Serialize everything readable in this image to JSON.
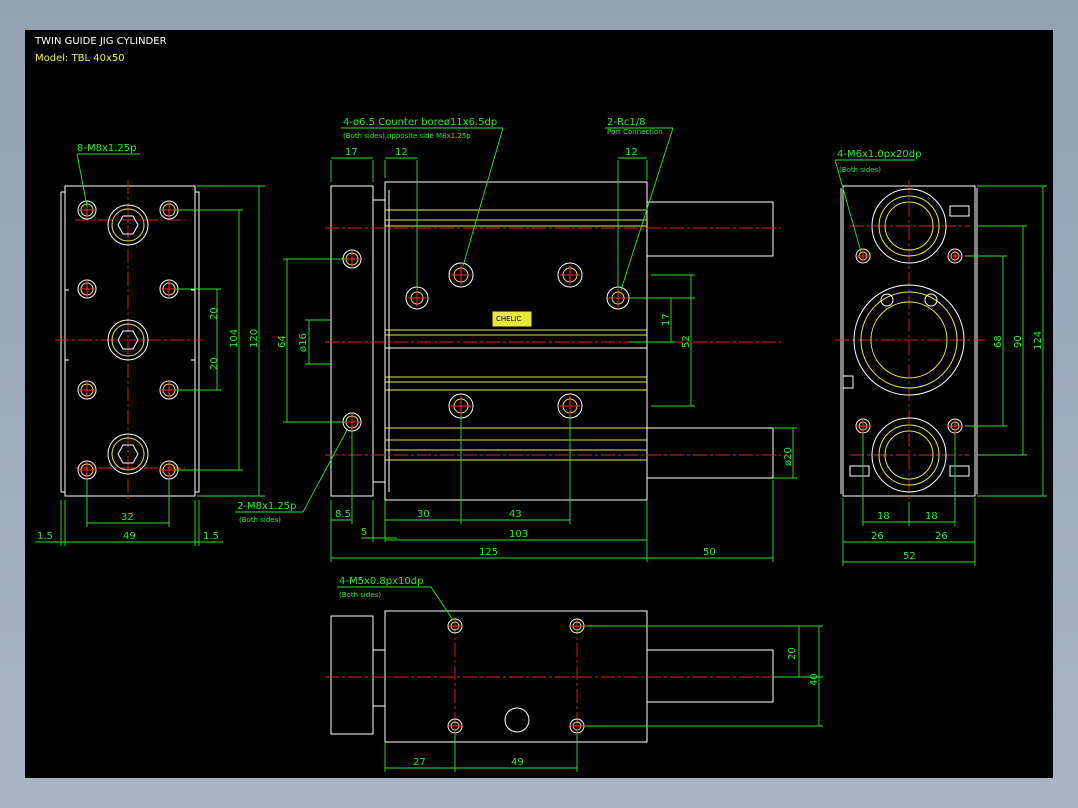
{
  "title_block": {
    "title": "TWIN GUIDE JIG CYLINDER",
    "model": "Model:  TBL 40x50"
  },
  "colors": {
    "background": "#000000",
    "outline": "#ffffff",
    "hidden": "#e8e83a",
    "dimension": "#27e827",
    "centerline": "#e02020"
  },
  "callouts": {
    "left_holes": "8-M8x1.25p",
    "top_holes_main": "4-ø6.5   Counter boreø11x6.5dp",
    "top_holes_sub": "(Both sides),opposite side M8x1.25p",
    "port_main": "2-Rc1/8",
    "port_sub": "Port Connection",
    "right_holes_main": "4-M6x1.0px20dp",
    "right_holes_sub": "(Both sides)",
    "side_holes_main": "2-M8x1.25p",
    "side_holes_sub": "(Both sides)",
    "bottom_holes_main": "4-M5x0.8px10dp",
    "bottom_holes_sub": "(Both sides)"
  },
  "left_view": {
    "dim_20a": "20",
    "dim_20b": "20",
    "dim_104": "104",
    "dim_120": "120",
    "dim_32": "32",
    "dim_49": "49",
    "dim_15a": "1.5",
    "dim_15b": "1.5"
  },
  "front_view": {
    "dim_17": "17",
    "dim_12a": "12",
    "dim_12b": "12",
    "dim_64": "64",
    "dim_16": "ø16",
    "dim_17b": "17",
    "dim_52": "52",
    "dim_20": "ø20",
    "dim_85": "8.5",
    "dim_5": "5",
    "dim_30": "30",
    "dim_43": "43",
    "dim_103": "103",
    "dim_125": "125",
    "dim_50": "50",
    "label_brand": "CHELIC"
  },
  "right_view": {
    "dim_68": "68",
    "dim_90": "90",
    "dim_124": "124",
    "dim_18a": "18",
    "dim_18b": "18",
    "dim_26a": "26",
    "dim_26b": "26",
    "dim_52": "52"
  },
  "bottom_view": {
    "dim_20": "20",
    "dim_40": "40",
    "dim_27": "27",
    "dim_49": "49"
  }
}
